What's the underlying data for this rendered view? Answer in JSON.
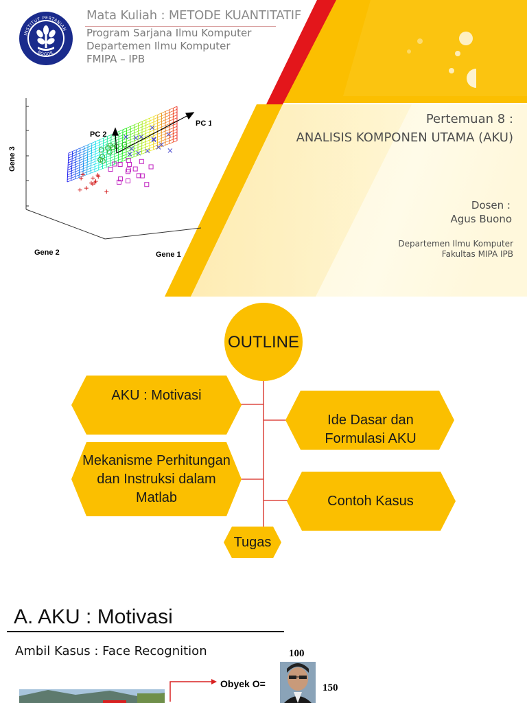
{
  "slide1": {
    "course_title": "Mata Kuliah : METODE KUANTITATIF",
    "program": "Program Sarjana Ilmu Komputer",
    "department": "Departemen Ilmu Komputer",
    "faculty": "FMIPA – IPB",
    "logo_text_top": "INSTITUT PERTANIAN",
    "logo_text_bottom": "BOGOR",
    "meeting": "Pertemuan 8 :",
    "topic": "ANALISIS KOMPONEN UTAMA (AKU)",
    "lecturer_label": "Dosen :",
    "lecturer_name": "Agus Buono",
    "dept_line": "Departemen Ilmu Komputer",
    "faculty_line": "Fakultas MIPA IPB",
    "figure": {
      "pc1": "PC 1",
      "pc2": "PC 2",
      "gene1": "Gene 1",
      "gene2": "Gene 2",
      "gene3": "Gene 3"
    }
  },
  "slide2": {
    "outline": "OUTLINE",
    "items": [
      "AKU : Motivasi",
      "Ide Dasar dan Formulasi AKU",
      "Mekanisme Perhitungan dan Instruksi dalam Matlab",
      "Contoh Kasus",
      "Tugas"
    ]
  },
  "slide3": {
    "heading": "A. AKU : Motivasi",
    "case_text": "Ambil Kasus : Face Recognition",
    "object_label": "Obyek O=",
    "dim_top": "100",
    "dim_right": "150"
  },
  "colors": {
    "accent_yellow": "#fbbf00",
    "accent_red": "#e3161b",
    "logo_blue": "#1a2b8c"
  }
}
